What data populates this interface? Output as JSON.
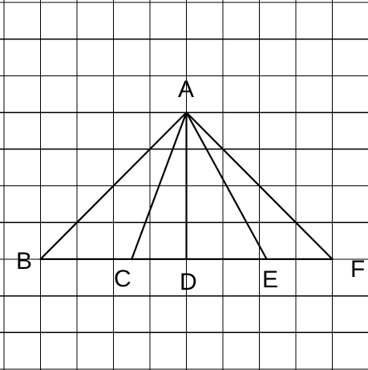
{
  "colors": {
    "background": "#ffffff",
    "line": "#000000"
  },
  "grid": {
    "columns": 10,
    "rows": 10
  },
  "points": [
    {
      "id": "A",
      "label": "A",
      "gx": 5,
      "gy": 3
    },
    {
      "id": "B",
      "label": "B",
      "gx": 1,
      "gy": 7
    },
    {
      "id": "C",
      "label": "C",
      "gx": 3.5,
      "gy": 7
    },
    {
      "id": "D",
      "label": "D",
      "gx": 5,
      "gy": 7
    },
    {
      "id": "E",
      "label": "E",
      "gx": 7.2,
      "gy": 7
    },
    {
      "id": "F",
      "label": "F",
      "gx": 9,
      "gy": 7
    }
  ],
  "segments": [
    {
      "from": "B",
      "to": "F"
    },
    {
      "from": "A",
      "to": "B"
    },
    {
      "from": "A",
      "to": "C"
    },
    {
      "from": "A",
      "to": "D"
    },
    {
      "from": "A",
      "to": "E"
    },
    {
      "from": "A",
      "to": "F"
    }
  ]
}
